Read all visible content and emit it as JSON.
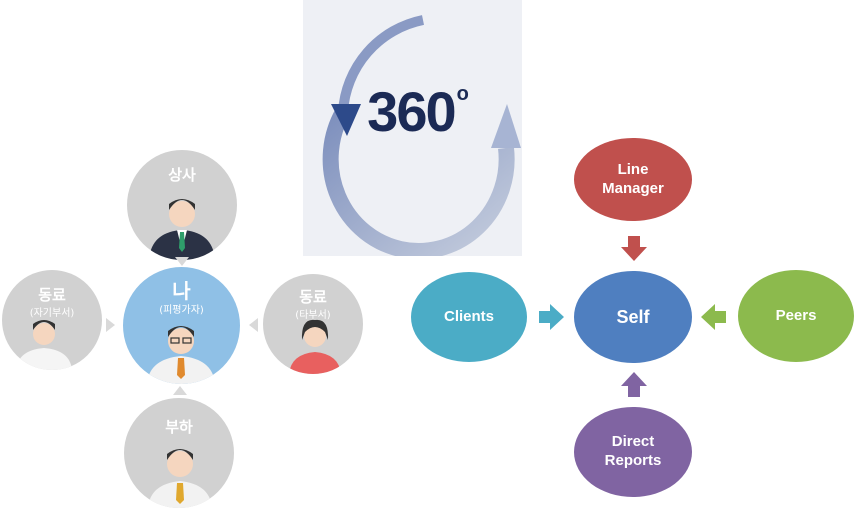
{
  "emblem": {
    "number": "360",
    "degree": "o"
  },
  "left_diagram": {
    "top": {
      "title": "상사",
      "subtitle": ""
    },
    "center": {
      "title": "나",
      "subtitle": "(피평가자)"
    },
    "left": {
      "title": "동료",
      "subtitle": "(자기부서)"
    },
    "right": {
      "title": "동료",
      "subtitle": "(타부서)"
    },
    "bottom": {
      "title": "부하",
      "subtitle": ""
    }
  },
  "right_diagram": {
    "center": {
      "label": "Self",
      "color": "#4f7fc0"
    },
    "top": {
      "line1": "Line",
      "line2": "Manager",
      "color": "#c0504d"
    },
    "left": {
      "label": "Clients",
      "color": "#4bacc6"
    },
    "right": {
      "label": "Peers",
      "color": "#8cba4d"
    },
    "bottom": {
      "line1": "Direct",
      "line2": "Reports",
      "color": "#8064a2"
    }
  }
}
